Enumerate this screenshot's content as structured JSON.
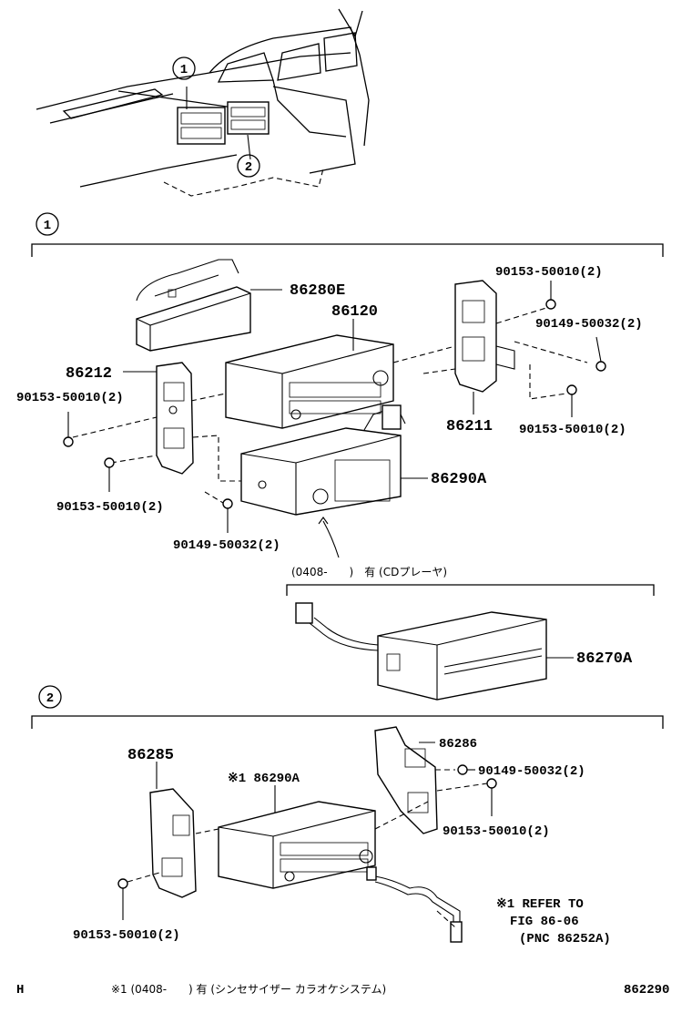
{
  "callouts": {
    "one": "1",
    "two": "2"
  },
  "section1": {
    "parts": {
      "p86280e": "86280E",
      "p86120": "86120",
      "p86212": "86212",
      "p86211": "86211",
      "p86290a": "86290A",
      "b1": "90153-50010(2)",
      "b2": "90149-50032(2)",
      "b3": "90153-50010(2)",
      "b4": "90153-50010(2)",
      "b5": "90153-50010(2)",
      "b6": "90149-50032(2)"
    },
    "cd_option_label": "(0408-　　)　有 (CDプレーヤ)",
    "cd_player_part": "86270A"
  },
  "section2": {
    "parts": {
      "p86285": "86285",
      "p86290a_ref": "※1 86290A",
      "p86286": "86286",
      "b1": "90149-50032(2)",
      "b2": "90153-50010(2)",
      "b3": "90153-50010(2)"
    },
    "refer": [
      "※1 REFER TO",
      "FIG 86-06",
      "(PNC 86252A)"
    ]
  },
  "footer": {
    "left": "H",
    "note": "※1 (0408-　　) 有 (シンセサイザー カラオケシステム)",
    "figure": "862290"
  }
}
